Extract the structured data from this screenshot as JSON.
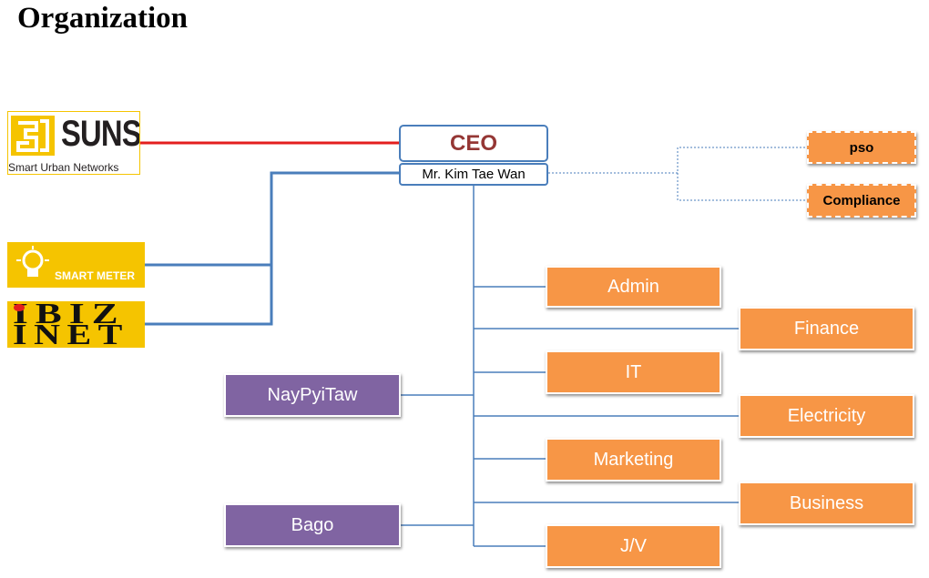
{
  "title": "Organization",
  "ceo": {
    "title": "CEO",
    "name": "Mr. Kim Tae Wan"
  },
  "advisory": [
    "pso",
    "Compliance"
  ],
  "departments": [
    "Admin",
    "Finance",
    "IT",
    "Electricity",
    "Marketing",
    "Business",
    "J/V"
  ],
  "branches": [
    "NayPyiTaw",
    "Bago"
  ],
  "logos": {
    "suns": {
      "name": "SUNS",
      "tagline": "Smart Urban Networks"
    },
    "smart_meter": {
      "text": "SMART METER"
    },
    "ibiz": {
      "top": "IBIZ",
      "bottom": "INET"
    }
  },
  "colors": {
    "department": "#f79646",
    "branch": "#8064a2",
    "line": "#4a7ebb",
    "red_line": "#e31e1e",
    "ceo_text": "#953735"
  }
}
